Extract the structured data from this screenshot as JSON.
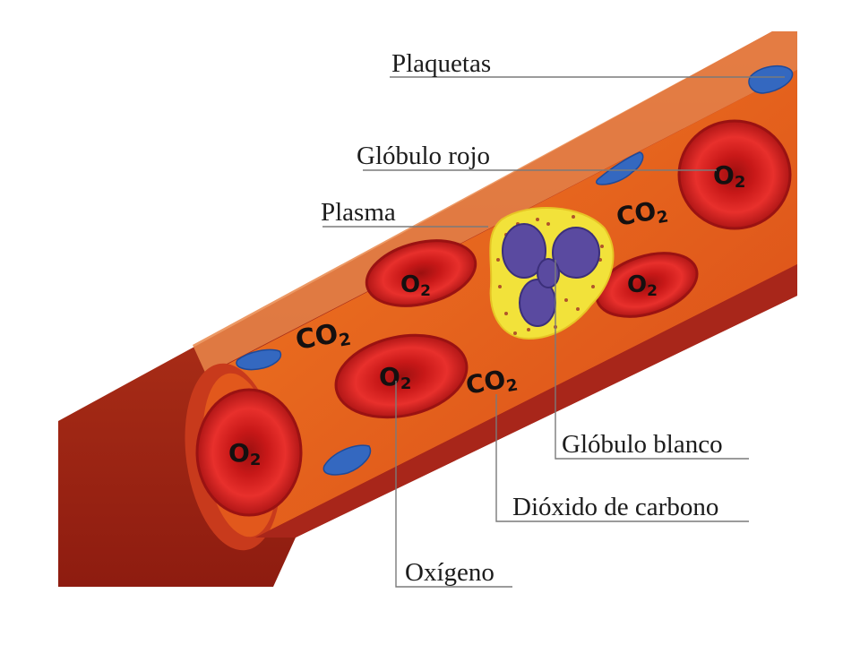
{
  "labels": {
    "plaquetas": "Plaquetas",
    "globulo_rojo": "Glóbulo rojo",
    "plasma": "Plasma",
    "globulo_blanco": "Glóbulo blanco",
    "dioxido": "Dióxido de carbono",
    "oxigeno": "Oxígeno"
  },
  "markers": {
    "o2_main": "O",
    "o2_sub": "2",
    "co2_main": "CO",
    "co2_sub": "2"
  },
  "colors": {
    "vessel_wall": "#c0321c",
    "vessel_inner": "#e8641e",
    "red_cell": "#e0262a",
    "platelet": "#3468c0",
    "white_cell_halo": "#f2e23a",
    "white_cell_nucleus": "#5a4aa0"
  }
}
